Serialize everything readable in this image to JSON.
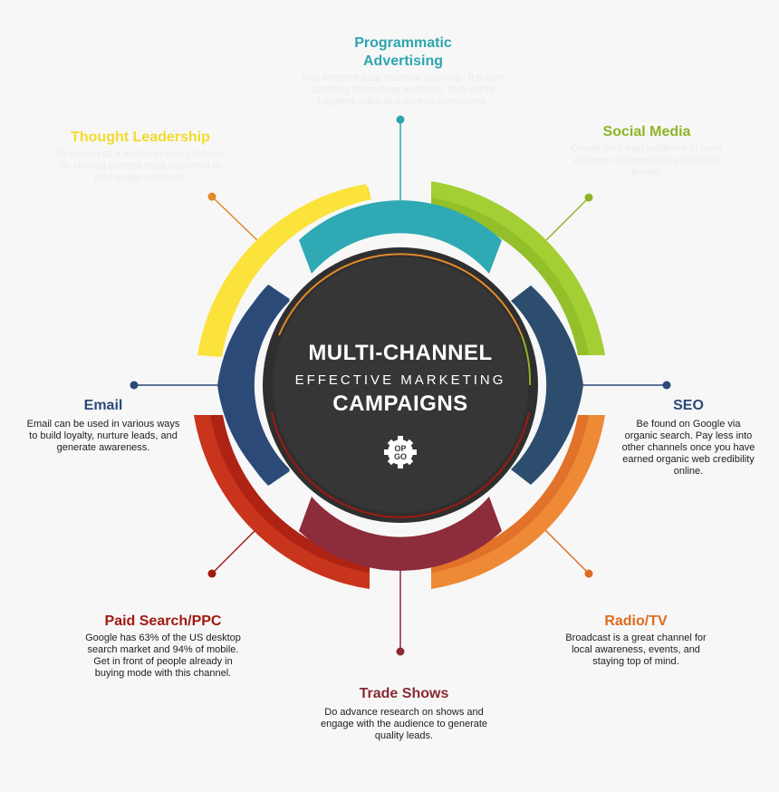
{
  "center": {
    "line1": "MULTI-CHANNEL",
    "line2": "EFFECTIVE MARKETING",
    "line3": "CAMPAIGNS",
    "logo_top": "OP",
    "logo_bottom": "GO"
  },
  "channels": {
    "programmatic": {
      "title_line1": "Programmatic",
      "title_line2": "Advertising",
      "color": "#2fa5b0",
      "description": "Use inherent data machine learning - the best targeting technology available. Run highly targeted video and banner campaigns."
    },
    "social": {
      "title": "Social Media",
      "color": "#8db525",
      "description": "Create your own audience to have authentic conversations that build loyalty."
    },
    "thought": {
      "title": "Thought Leadership",
      "color": "#f3db2c",
      "description": "Be known as a leader in your category by sharing content most important to your target audience."
    },
    "email": {
      "title": "Email",
      "color": "#2b4a78",
      "description": "Email can be used in various ways to build loyalty, nurture leads, and generate awareness."
    },
    "seo": {
      "title": "SEO",
      "color": "#2b4a78",
      "description": "Be found on Google via organic search. Pay less into other channels once you have earned organic web credibility online."
    },
    "ppc": {
      "title": "Paid Search/PPC",
      "color": "#a01a12",
      "description": "Google has 63% of the US desktop search market and 94% of mobile. Get in front of people already in buying mode with this channel."
    },
    "radio": {
      "title": "Radio/TV",
      "color": "#df6a22",
      "description": "Broadcast is a great channel for local awareness, events, and staying top of mind."
    },
    "trade": {
      "title": "Trade Shows",
      "color": "#8a2a36",
      "description": "Do advance research on shows and engage with the audience to generate quality leads."
    }
  }
}
